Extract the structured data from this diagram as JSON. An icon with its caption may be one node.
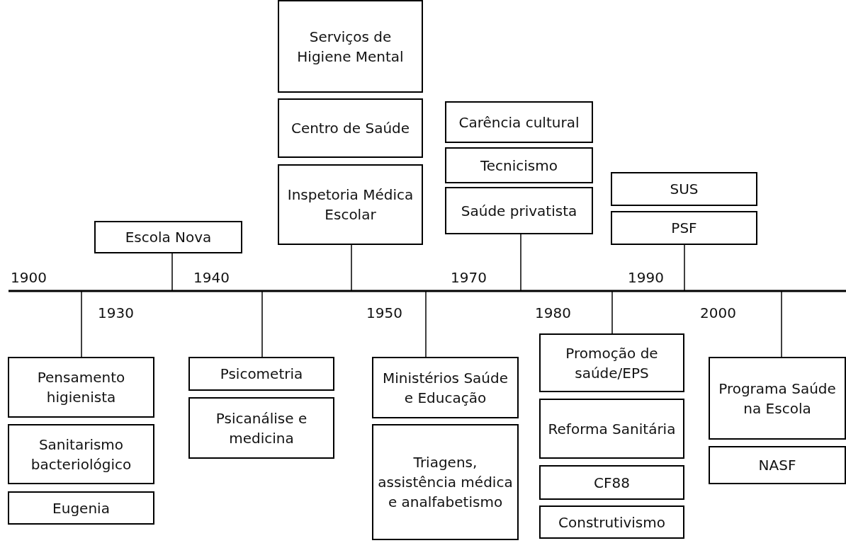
{
  "diagram": {
    "nodes": [
      {
        "text": [
          "Escola Nova"
        ]
      },
      {
        "text": [
          "Serviços de Higiene Mental"
        ]
      },
      {
        "text": [
          "Centro de Saúde"
        ]
      },
      {
        "text": [
          "Inspetoria Médica Escolar"
        ]
      },
      {
        "text": [
          "Carência cultural"
        ]
      },
      {
        "text": [
          "Tecnicismo"
        ]
      },
      {
        "text": [
          "Saúde privatista"
        ]
      },
      {
        "text": [
          "SUS"
        ]
      },
      {
        "text": [
          "PSF"
        ]
      },
      {
        "text": [
          "Pensamento higienista"
        ]
      },
      {
        "text": [
          "Sanitarismo bacteriológico"
        ]
      },
      {
        "text": [
          "Eugenia"
        ]
      },
      {
        "text": [
          "Psicometria"
        ]
      },
      {
        "text": [
          "Psicanálise e medicina"
        ]
      },
      {
        "text": [
          "Ministérios Saúde e Educação"
        ]
      },
      {
        "text": [
          "Triagens, assistência médica e analfabetismo"
        ]
      },
      {
        "text": [
          "Promoção de saúde/EPS"
        ]
      },
      {
        "text": [
          "Reforma Sanitária"
        ]
      },
      {
        "text": [
          "CF88"
        ]
      },
      {
        "text": [
          "Construtivismo"
        ]
      },
      {
        "text": [
          "Programa Saúde na Escola"
        ]
      },
      {
        "text": [
          "NASF"
        ]
      }
    ],
    "edges": [
      {
        "from": null,
        "to": 0,
        "arrow": "none"
      },
      {
        "from": null,
        "to": 3,
        "arrow": "none"
      },
      {
        "from": null,
        "to": 6,
        "arrow": "none"
      },
      {
        "from": null,
        "to": 8,
        "arrow": "none"
      },
      {
        "from": null,
        "to": 9,
        "arrow": "none"
      },
      {
        "from": null,
        "to": 12,
        "arrow": "none"
      },
      {
        "from": null,
        "to": 14,
        "arrow": "none"
      },
      {
        "from": null,
        "to": 16,
        "arrow": "none"
      },
      {
        "from": null,
        "to": 20,
        "arrow": "none"
      }
    ],
    "labels": [
      "1900",
      "1930",
      "1940",
      "1950",
      "1970",
      "1980",
      "1990",
      "2000"
    ]
  }
}
